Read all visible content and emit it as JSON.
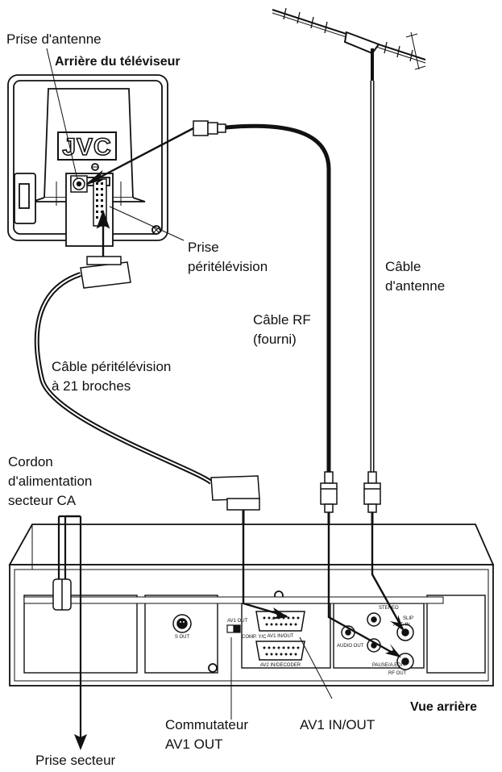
{
  "brand_logo": "JVC",
  "labels": {
    "antenna_jack": "Prise d'antenne",
    "tv_rear": "Arrière du téléviseur",
    "scart_jack_line1": "Prise",
    "scart_jack_line2": "péritélévision",
    "antenna_cable_line1": "Câble",
    "antenna_cable_line2": "d'antenne",
    "rf_cable_line1": "Câble RF",
    "rf_cable_line2": "(fourni)",
    "scart_cable_line1": "Câble péritélévision",
    "scart_cable_line2": "à 21 broches",
    "power_cord_line1": "Cordon",
    "power_cord_line2": "d'alimentation",
    "power_cord_line3": "secteur CA",
    "rear_view": "Vue arrière",
    "av1_switch_line1": "Commutateur",
    "av1_switch_line2": "AV1 OUT",
    "av1_inout": "AV1 IN/OUT",
    "mains_outlet": "Prise secteur"
  },
  "vcr_panel": {
    "s_out": "S OUT",
    "av1_out": "AV1 OUT",
    "comp_yc": "COMP. Y/C",
    "av1_inout": "AV1 IN/OUT",
    "av2_in_decoder": "AV2 IN/DECODER",
    "audio_out": "AUDIO OUT",
    "rf_out": "RF OUT",
    "ant_in": "ANT. IN",
    "pause_a_edit": "PAUSE/A.EDIT",
    "slip": "SLIP",
    "stereo": "STEREO"
  }
}
